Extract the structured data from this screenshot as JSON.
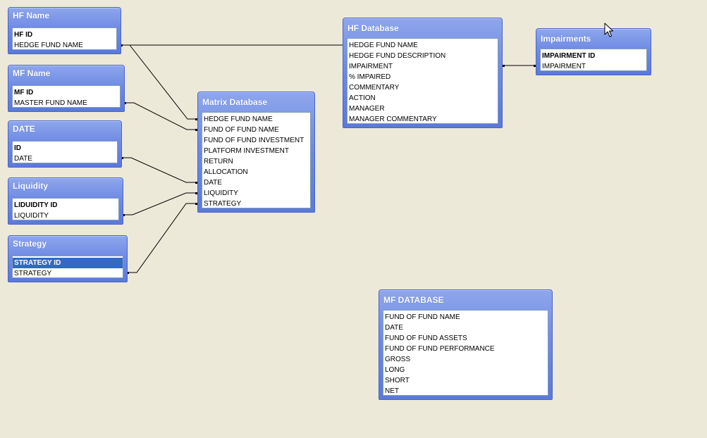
{
  "tables": {
    "hf_name": {
      "title": "HF Name",
      "fields": [
        {
          "label": "HF ID",
          "pk": true
        },
        {
          "label": "HEDGE FUND NAME"
        }
      ]
    },
    "mf_name": {
      "title": "MF Name",
      "fields": [
        {
          "label": "MF ID",
          "pk": true
        },
        {
          "label": "MASTER FUND NAME"
        }
      ]
    },
    "date": {
      "title": "DATE",
      "fields": [
        {
          "label": "ID",
          "pk": true
        },
        {
          "label": "DATE"
        }
      ]
    },
    "liquidity": {
      "title": "Liquidity",
      "fields": [
        {
          "label": "LIDUIDITY ID",
          "pk": true
        },
        {
          "label": "LIQUIDITY"
        }
      ]
    },
    "strategy": {
      "title": "Strategy",
      "fields": [
        {
          "label": "STRATEGY ID",
          "pk": true,
          "selected": true
        },
        {
          "label": "STRATEGY"
        }
      ]
    },
    "matrix": {
      "title": "Matrix Database",
      "fields": [
        {
          "label": "HEDGE FUND NAME"
        },
        {
          "label": "FUND OF FUND NAME"
        },
        {
          "label": "FUND OF FUND INVESTMENT"
        },
        {
          "label": "PLATFORM INVESTMENT"
        },
        {
          "label": "RETURN"
        },
        {
          "label": "ALLOCATION"
        },
        {
          "label": "DATE"
        },
        {
          "label": "LIQUIDITY"
        },
        {
          "label": "STRATEGY"
        }
      ]
    },
    "hf_database": {
      "title": "HF Database",
      "fields": [
        {
          "label": "HEDGE FUND NAME"
        },
        {
          "label": "HEDGE FUND DESCRIPTION"
        },
        {
          "label": "IMPAIRMENT"
        },
        {
          "label": "% IMPAIRED"
        },
        {
          "label": "COMMENTARY"
        },
        {
          "label": "ACTION"
        },
        {
          "label": "MANAGER"
        },
        {
          "label": "MANAGER COMMENTARY"
        }
      ]
    },
    "impairments": {
      "title": "Impairments",
      "fields": [
        {
          "label": "IMPAIRMENT ID",
          "pk": true
        },
        {
          "label": "IMPAIRMENT"
        }
      ]
    },
    "mf_database": {
      "title": "MF DATABASE",
      "fields": [
        {
          "label": "FUND OF FUND NAME"
        },
        {
          "label": "DATE"
        },
        {
          "label": "FUND OF FUND ASSETS"
        },
        {
          "label": "FUND OF FUND PERFORMANCE"
        },
        {
          "label": "GROSS"
        },
        {
          "label": "LONG"
        },
        {
          "label": "SHORT"
        },
        {
          "label": "NET"
        }
      ]
    }
  },
  "colors": {
    "background": "#ECE9D8",
    "table_header": "#6F8BE4",
    "selection": "#316AC5",
    "link_line": "#000000"
  },
  "icons": {
    "cursor": "arrow-cursor-icon"
  }
}
